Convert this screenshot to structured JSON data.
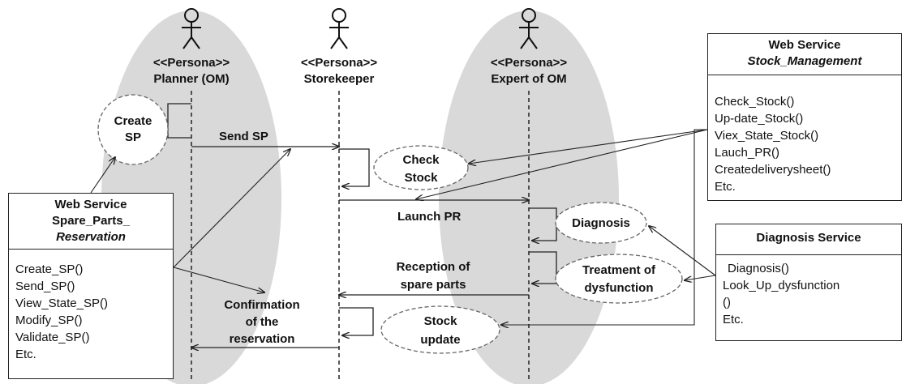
{
  "personas": [
    {
      "stereotype": "<<Persona>>",
      "name": "Planner (OM)"
    },
    {
      "stereotype": "<<Persona>>",
      "name": "Storekeeper"
    },
    {
      "stereotype": "<<Persona>>",
      "name": "Expert of OM"
    }
  ],
  "activities": {
    "create_sp": [
      "Create",
      "SP"
    ],
    "check_stock": [
      "Check",
      "Stock"
    ],
    "diagnosis": [
      "Diagnosis"
    ],
    "treatment": [
      "Treatment of",
      "dysfunction"
    ],
    "stock_update": [
      "Stock",
      "update"
    ]
  },
  "messages": {
    "send_sp": "Send  SP",
    "launch_pr": "Launch PR",
    "reception": [
      "Reception of",
      "spare parts"
    ],
    "confirmation": [
      "Confirmation",
      "of the",
      "reservation"
    ]
  },
  "services": {
    "stock_management": {
      "title_line1": "Web Service",
      "title_line2": "Stock_Management",
      "operations": [
        "Check_Stock()",
        "Up-date_Stock()",
        "Viex_State_Stock()",
        "Lauch_PR()",
        "Createdeliverysheet()",
        "Etc."
      ]
    },
    "spare_parts": {
      "title_line1": "Web Service",
      "title_line2": "Spare_Parts_",
      "title_line3": "Reservation",
      "operations": [
        "Create_SP()",
        "Send_SP()",
        "View_State_SP()",
        "Modify_SP()",
        "Validate_SP()",
        "Etc."
      ]
    },
    "diagnosis": {
      "title": "Diagnosis Service",
      "operations": [
        "Diagnosis()",
        "Look_Up_dysfunction",
        "()",
        "Etc."
      ]
    }
  },
  "colors": {
    "swimlane": "#d9d9d9",
    "line": "#222222",
    "dashed_outline": "#666666"
  }
}
